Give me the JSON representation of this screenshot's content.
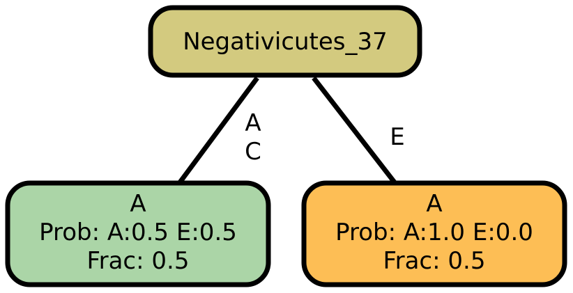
{
  "nodes": {
    "root": {
      "label": "Negativicutes_37",
      "color": "#d3ca7f"
    },
    "left": {
      "line1": "A",
      "line2": "Prob: A:0.5 E:0.5",
      "line3": "Frac: 0.5",
      "color": "#abd5a7"
    },
    "right": {
      "line1": "A",
      "line2": "Prob: A:1.0 E:0.0",
      "line3": "Frac: 0.5",
      "color": "#fdbe55"
    }
  },
  "edges": {
    "left": {
      "label_line1": "A",
      "label_line2": "C"
    },
    "right": {
      "label": "E"
    }
  }
}
